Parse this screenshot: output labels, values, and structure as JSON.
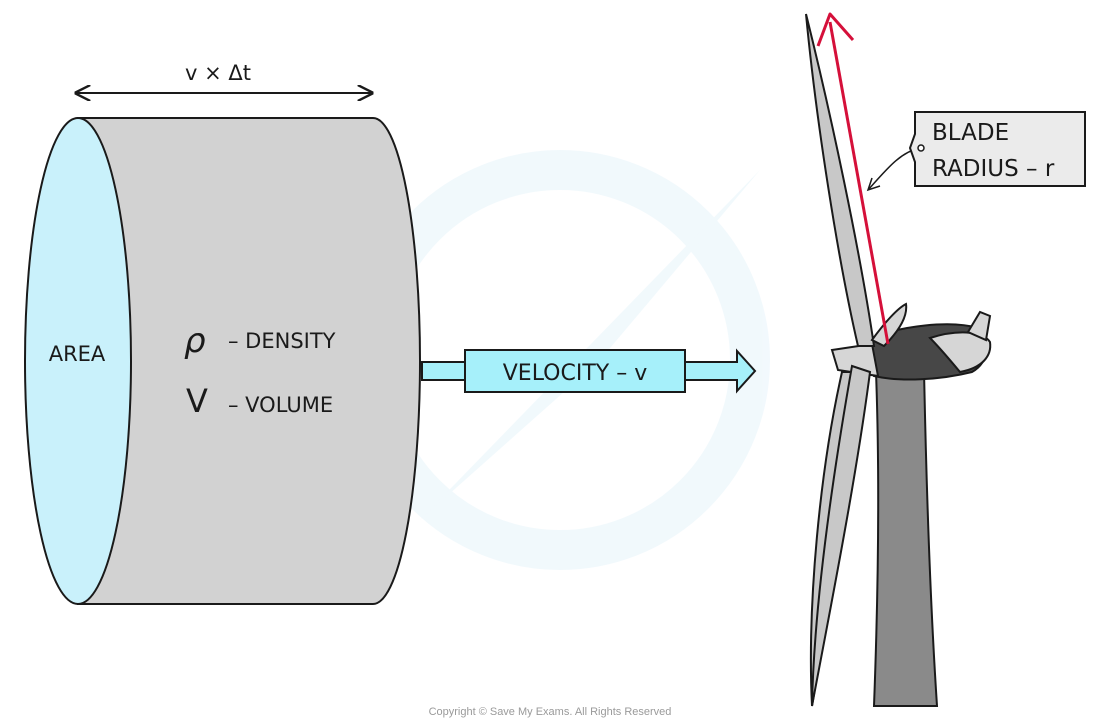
{
  "cylinder": {
    "length_label": "v × Δt",
    "face_label": "AREA",
    "density_symbol": "ρ",
    "density_text": "– DENSITY",
    "volume_symbol": "V",
    "volume_text": "– VOLUME"
  },
  "flow": {
    "velocity_label": "VELOCITY – v"
  },
  "turbine": {
    "callout_line1": "BLADE",
    "callout_line2": "RADIUS – r"
  },
  "footer": {
    "copyright": "Copyright © Save My Exams. All Rights Reserved"
  },
  "colors": {
    "cylinder_body": "#d2d2d2",
    "cylinder_face": "#c9f1fb",
    "velocity_arrow": "#a6f0fa",
    "radius_arrow": "#d5103a",
    "tower": "#8a8a8a",
    "blade": "#c8c8c8",
    "nacelle_dark": "#474747",
    "nacelle_light": "#d6d6d6"
  }
}
